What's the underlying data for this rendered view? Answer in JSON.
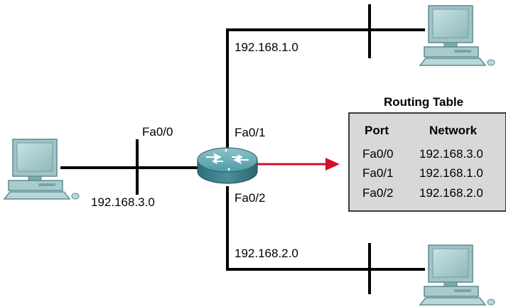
{
  "network": {
    "subnet_top": "192.168.1.0",
    "subnet_left": "192.168.3.0",
    "subnet_bottom": "192.168.2.0"
  },
  "router": {
    "iface_0": "Fa0/0",
    "iface_1": "Fa0/1",
    "iface_2": "Fa0/2"
  },
  "routing_table": {
    "title": "Routing Table",
    "col_port": "Port",
    "col_network": "Network",
    "rows": [
      {
        "port": "Fa0/0",
        "network": "192.168.3.0"
      },
      {
        "port": "Fa0/1",
        "network": "192.168.1.0"
      },
      {
        "port": "Fa0/2",
        "network": "192.168.2.0"
      }
    ]
  },
  "colors": {
    "arrow": "#d0102a",
    "router_body": "#3f8a96",
    "table_bg": "#d8d8d8",
    "computer": "#8eb6bb"
  }
}
